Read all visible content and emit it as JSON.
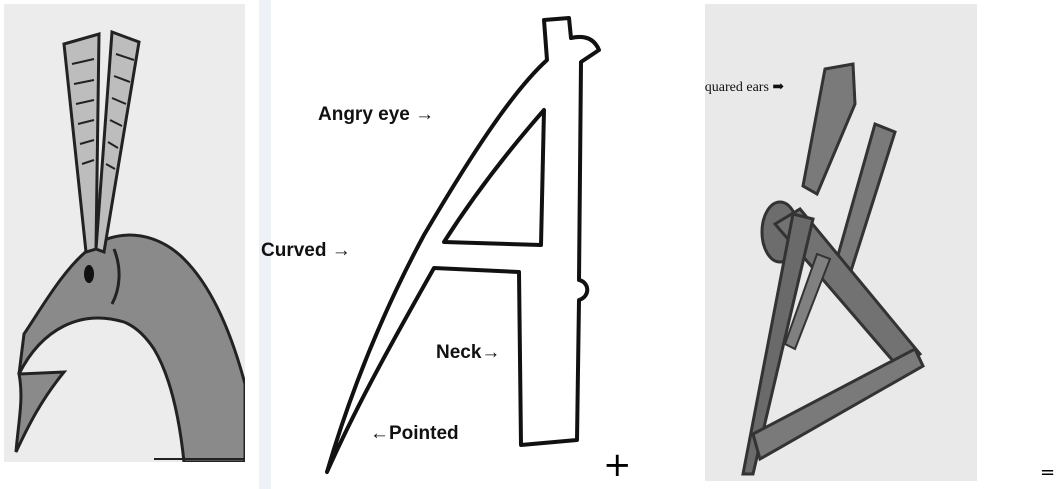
{
  "panel_left": {
    "kind": "drawing"
  },
  "panel_middle": {
    "labels": {
      "angry_eye": "Angry eye →",
      "curved": "Curved  →",
      "neck": "Neck→",
      "pointed": "←Pointed"
    }
  },
  "panel_right": {
    "labels": {
      "squared_ears": "Squared ears ➡"
    }
  },
  "operators": {
    "plus": "+",
    "equals": "="
  },
  "colors": {
    "ink": "#111111",
    "gray_fill": "#7e7e7e",
    "paper_gray": "#e9e9e9",
    "bg": "#ffffff"
  }
}
